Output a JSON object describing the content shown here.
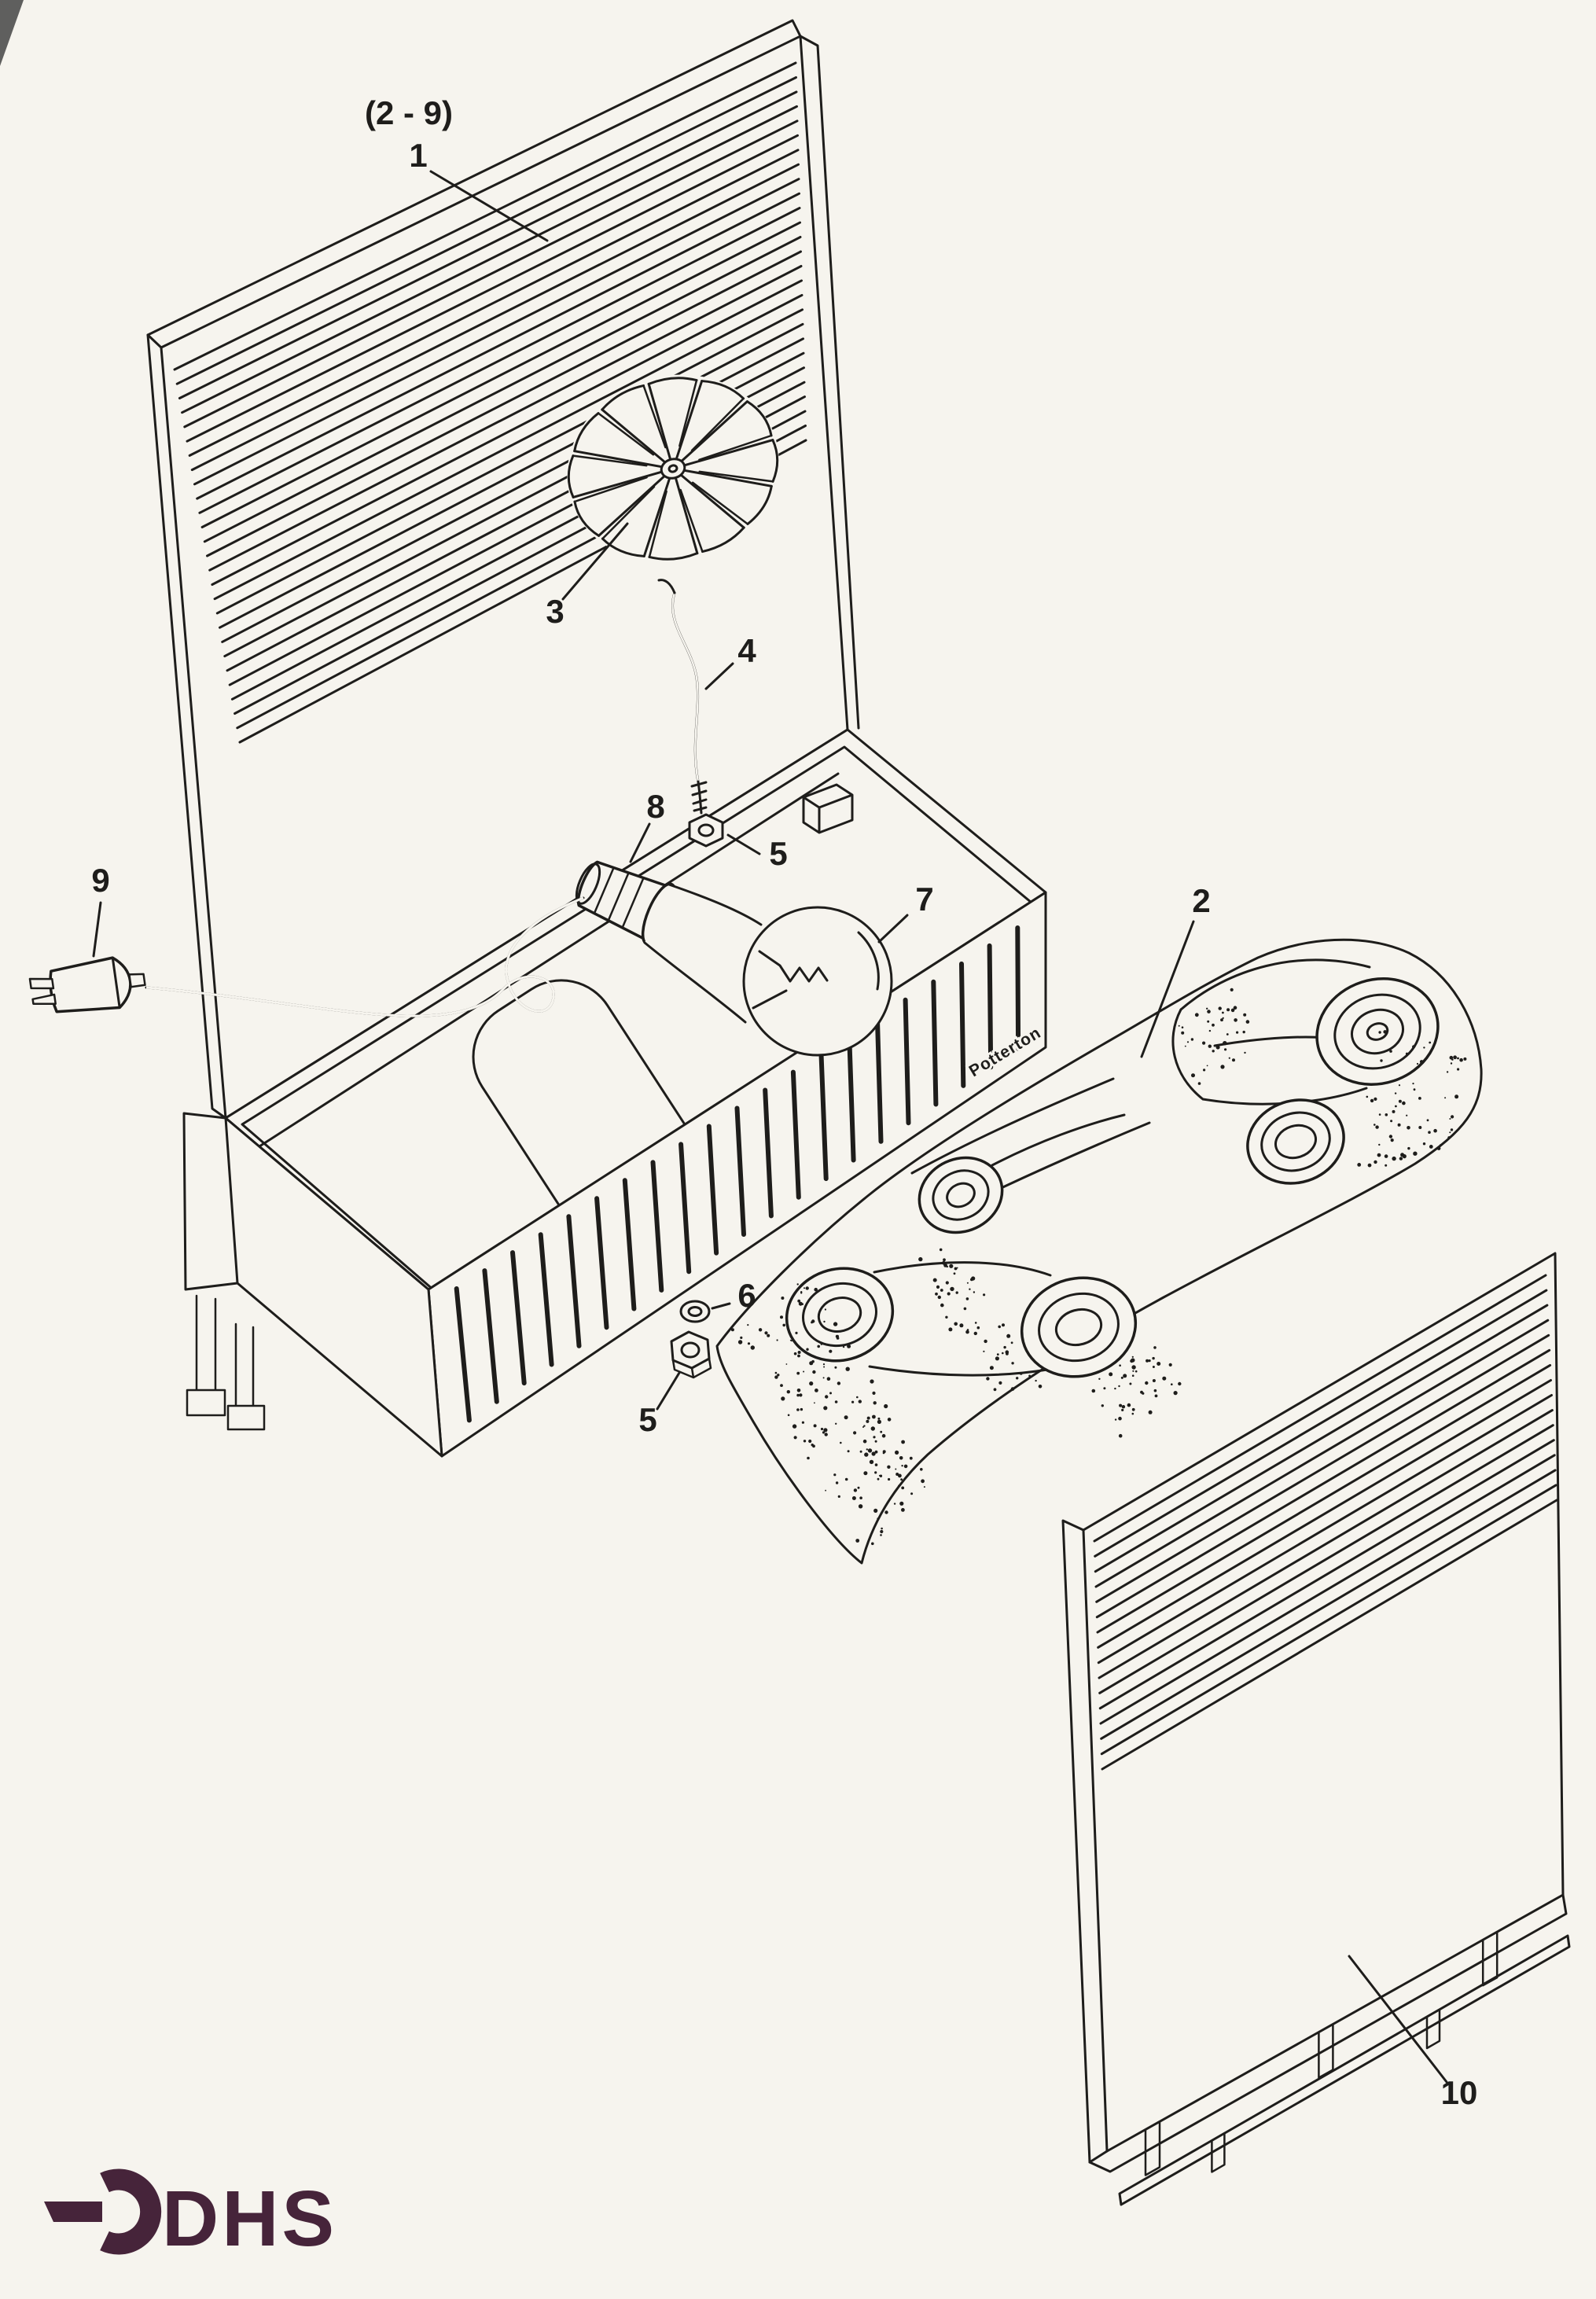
{
  "callouts": {
    "group_ref": "(2 - 9)",
    "p1": "1",
    "p2": "2",
    "p3": "3",
    "p4": "4",
    "p5a": "5",
    "p5b": "5",
    "p6": "6",
    "p7": "7",
    "p8": "8",
    "p9": "9",
    "p10": "10"
  },
  "markings": {
    "unit_brand": "Potterton"
  },
  "logo": {
    "text": "DHS"
  },
  "colors": {
    "ink": "#1e1d1b",
    "paper": "#f6f4ee",
    "logo": "#46243a"
  }
}
